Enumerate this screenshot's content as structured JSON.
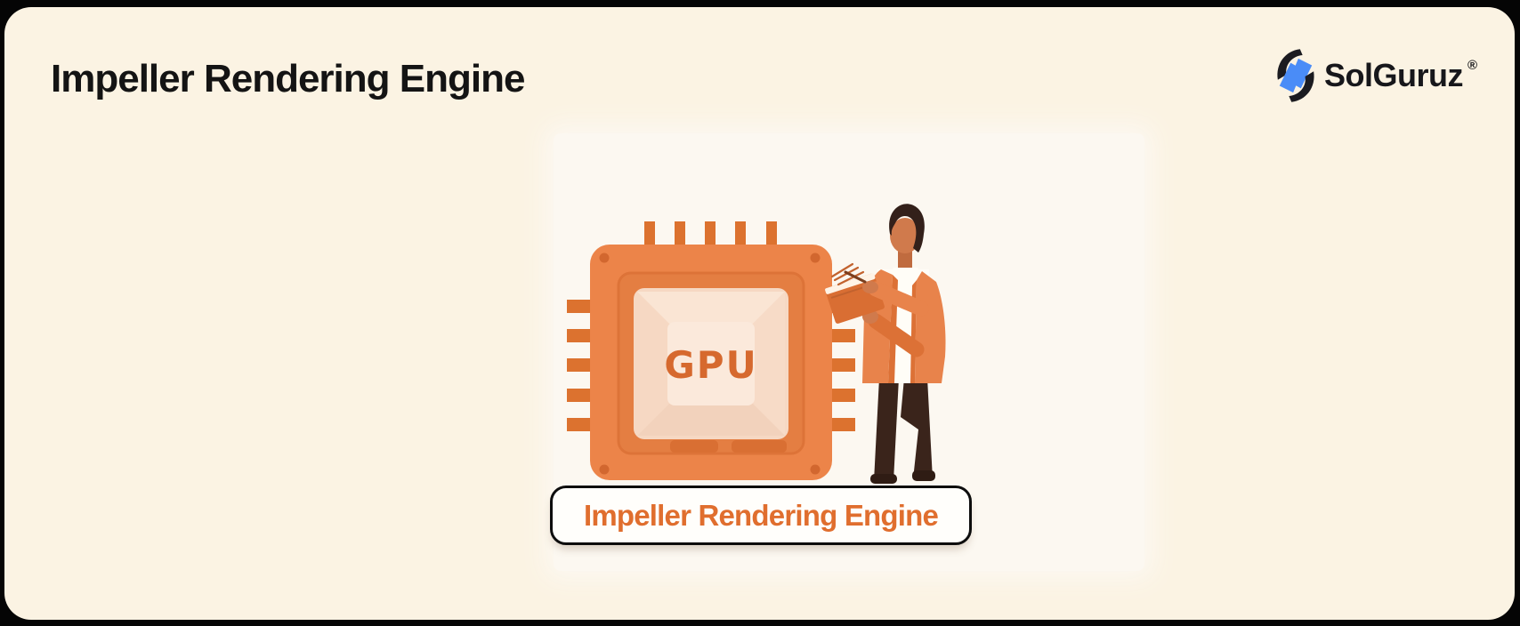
{
  "header": {
    "title": "Impeller Rendering Engine"
  },
  "brand": {
    "name": "SolGuruz",
    "registered": "®",
    "icon": "solguruz-lightning-icon",
    "icon_black": "#1B1B20",
    "icon_blue": "#4A8CF7"
  },
  "illustration": {
    "chip_label": "GPU",
    "caption_label": "Impeller Rendering Engine",
    "person": "man-taking-notes-beside-gpu-chip",
    "colors": {
      "chip_body": "#EC8449",
      "chip_pins": "#DC722F",
      "chip_panel": "#E47E42",
      "bevel_frame": "#F6D8C3",
      "bevel_center": "#FBE9DB",
      "chip_text": "#D6692E",
      "skin": "#D07A4C",
      "hair": "#33201A",
      "jacket": "#E8834B",
      "pants": "#3A241B",
      "shirt": "#FFFDF7",
      "notebook": "#D96E33"
    }
  },
  "canvas": {
    "card_background": "#FBF3E3",
    "frame_color": "#050505",
    "backdrop": "#FCF8F1",
    "caption_text_color": "#E06E2E",
    "caption_border": "#0D0D0D"
  }
}
